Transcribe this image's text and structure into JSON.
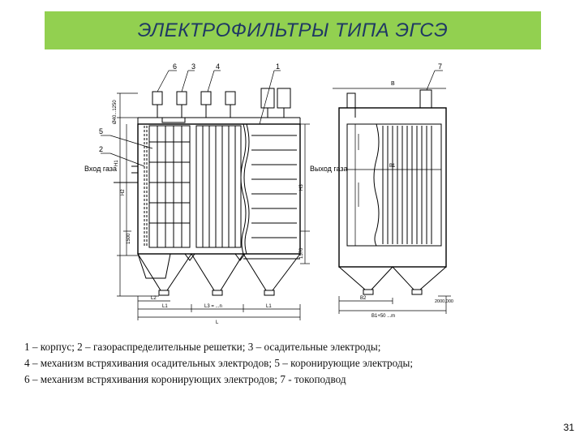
{
  "slide": {
    "title": "ЭЛЕКТРОФИЛЬТРЫ ТИПА ЭГСЭ",
    "page_number": "31",
    "title_bar_color": "#92d050",
    "title_text_color": "#1f3864"
  },
  "drawing": {
    "callouts": [
      "6",
      "3",
      "4",
      "1",
      "5",
      "2",
      "7"
    ],
    "inlet_label": "Вход газа",
    "outlet_label": "Выход газа",
    "dim_labels": {
      "l2": "L2",
      "l1": "L1",
      "l3": "L3 = ...n",
      "l1b": "L1",
      "l": "L",
      "b": "B",
      "b2": "B2",
      "b1": "B1",
      "b3": "B1+50 ...m",
      "h1": "H1",
      "h2": "H2",
      "h3": "H3",
      "top_range": "Ø40...1250",
      "dim1500": "1500",
      "dim1570": "1570",
      "dim2000": "2000,000"
    }
  },
  "legend": {
    "lines": [
      "1 – корпус; 2 – газораспределительные решетки; 3 – осадительные электроды;",
      "4 – механизм встряхивания осадительных электродов; 5 – коронирующие электроды;",
      "6 – механизм встряхивания коронирующих электродов; 7 - токоподвод"
    ]
  }
}
